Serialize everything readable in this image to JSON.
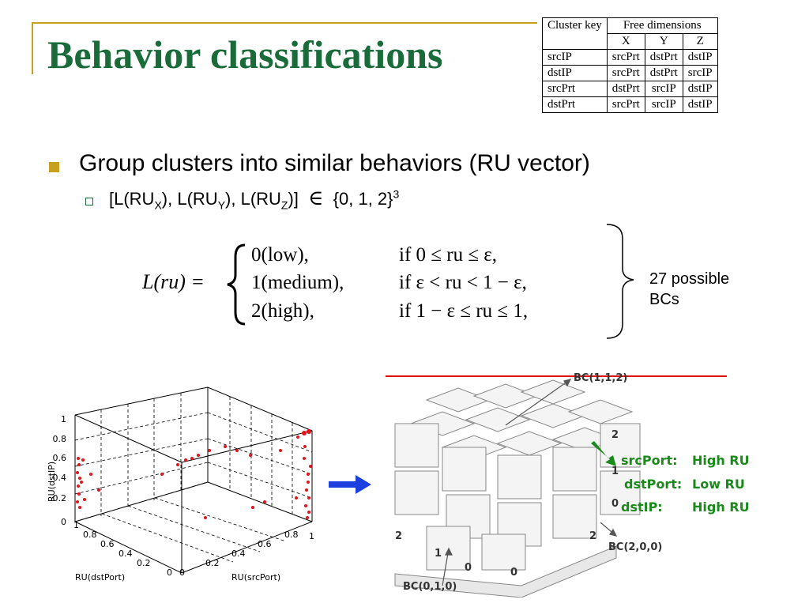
{
  "title": "Behavior classifications",
  "table": {
    "header_key": "Cluster key",
    "header_free": "Free dimensions",
    "dims": [
      "X",
      "Y",
      "Z"
    ],
    "rows": [
      [
        "srcIP",
        "srcPrt",
        "dstPrt",
        "dstIP"
      ],
      [
        "dstIP",
        "srcPrt",
        "dstPrt",
        "srcIP"
      ],
      [
        "srcPrt",
        "dstPrt",
        "srcIP",
        "dstIP"
      ],
      [
        "dstPrt",
        "srcPrt",
        "srcIP",
        "dstIP"
      ]
    ]
  },
  "bullets": {
    "main": "Group clusters into similar behaviors (RU vector)",
    "sub_prefix": "[L(RU",
    "sub_x": "X",
    "sub_mid1": "), L(RU",
    "sub_y": "Y",
    "sub_mid2": "), L(RU",
    "sub_z": "Z",
    "sub_end": ")]",
    "elem": "∈",
    "set": "{0, 1, 2}",
    "power": "3"
  },
  "formula": {
    "lhs": "L(ru) =",
    "cases": [
      {
        "value": "0(low),",
        "cond": "if 0 ≤ ru ≤ ε,"
      },
      {
        "value": "1(medium),",
        "cond": "if ε < ru < 1 − ε,"
      },
      {
        "value": "2(high),",
        "cond": "if 1 − ε ≤ ru ≤ 1,"
      }
    ]
  },
  "note": {
    "line1": "27 possible",
    "line2": "BCs"
  },
  "scatter": {
    "ylabel": "RU(dstIP)",
    "xlabel_left": "RU(dstPort)",
    "xlabel_right": "RU(srcPort)",
    "z_ticks": [
      "0",
      "0.2",
      "0.4",
      "0.6",
      "0.8",
      "1"
    ],
    "dstport_ticks": [
      "1",
      "0.8",
      "0.6",
      "0.4",
      "0.2",
      "0"
    ],
    "srcport_ticks": [
      "0",
      "0.2",
      "0.4",
      "0.6",
      "0.8",
      "1"
    ],
    "point_color": "#e0141a"
  },
  "cube": {
    "top_label": "BC(1,1,2)",
    "label_200": "BC(2,0,0)",
    "label_010": "BC(0,1,0)",
    "axis_2_top": "2",
    "axis_1": "1",
    "axis_0": "0",
    "left_2": "2",
    "left_1": "1",
    "bottom_0a": "0",
    "bottom_0b": "0",
    "bottom_2": "2",
    "legend": [
      {
        "key": "srcPort:",
        "val": "High RU"
      },
      {
        "key": "dstPort:",
        "val": "Low RU"
      },
      {
        "key": "dstIP:",
        "val": "High RU"
      }
    ],
    "legend_color": "#1a8a1a",
    "redline_color": "#e01010"
  },
  "arrow_color": "#1e3fe0"
}
